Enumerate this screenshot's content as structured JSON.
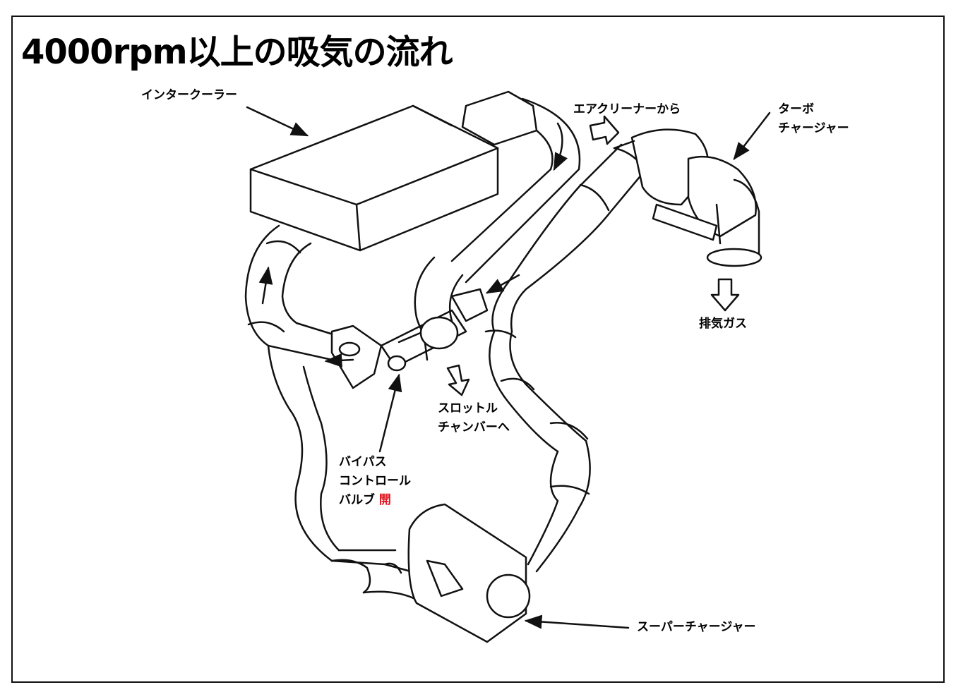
{
  "title": "4000rpm以上の吸気の流れ",
  "labels": {
    "intercooler": "インタークーラー",
    "from_air_cleaner": "エアクリーナーから",
    "turbo_line1": "ターボ",
    "turbo_line2": "チャージャー",
    "exhaust_gas": "排気ガス",
    "throttle_line1": "スロットル",
    "throttle_line2": "チャンバーへ",
    "bypass_line1": "バイパス",
    "bypass_line2": "コントロール",
    "bypass_line3": "バルブ",
    "bypass_state": "開",
    "supercharger": "スーパーチャージャー"
  },
  "colors": {
    "ink": "#111111",
    "accent": "#e0141e",
    "background": "#ffffff"
  }
}
